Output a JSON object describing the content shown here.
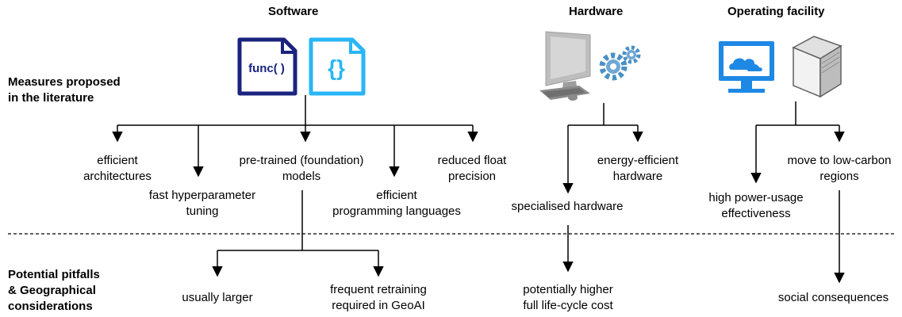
{
  "headers": {
    "software": "Software",
    "hardware": "Hardware",
    "facility": "Operating facility"
  },
  "row_labels": {
    "measures": "Measures proposed\nin the literature",
    "pitfalls": "Potential pitfalls\n& Geographical\nconsiderations"
  },
  "icons": {
    "func_icon_text": "func( )",
    "braces_icon_text": "{}",
    "func_icon_color": "#1a237e",
    "braces_icon_color": "#29b6f6",
    "monitor_cloud_color": "#1e88e5",
    "gear_color": "#4a90c4"
  },
  "measures": {
    "efficient_architectures": "efficient\narchitectures",
    "fast_hyperparameter": "fast hyperparameter\ntuning",
    "pretrained": "pre-trained (foundation)\nmodels",
    "efficient_languages": "efficient\nprogramming languages",
    "reduced_float": "reduced float\nprecision",
    "specialised_hardware": "specialised hardware",
    "energy_efficient_hardware": "energy-efficient\nhardware",
    "high_pue": "high power-usage\neffectiveness",
    "low_carbon": "move to low-carbon\nregions"
  },
  "pitfalls": {
    "usually_larger": "usually larger",
    "frequent_retraining": "frequent retraining\nrequired in GeoAI",
    "life_cycle_cost": "potentially higher\nfull life-cycle cost",
    "social_consequences": "social consequences"
  }
}
